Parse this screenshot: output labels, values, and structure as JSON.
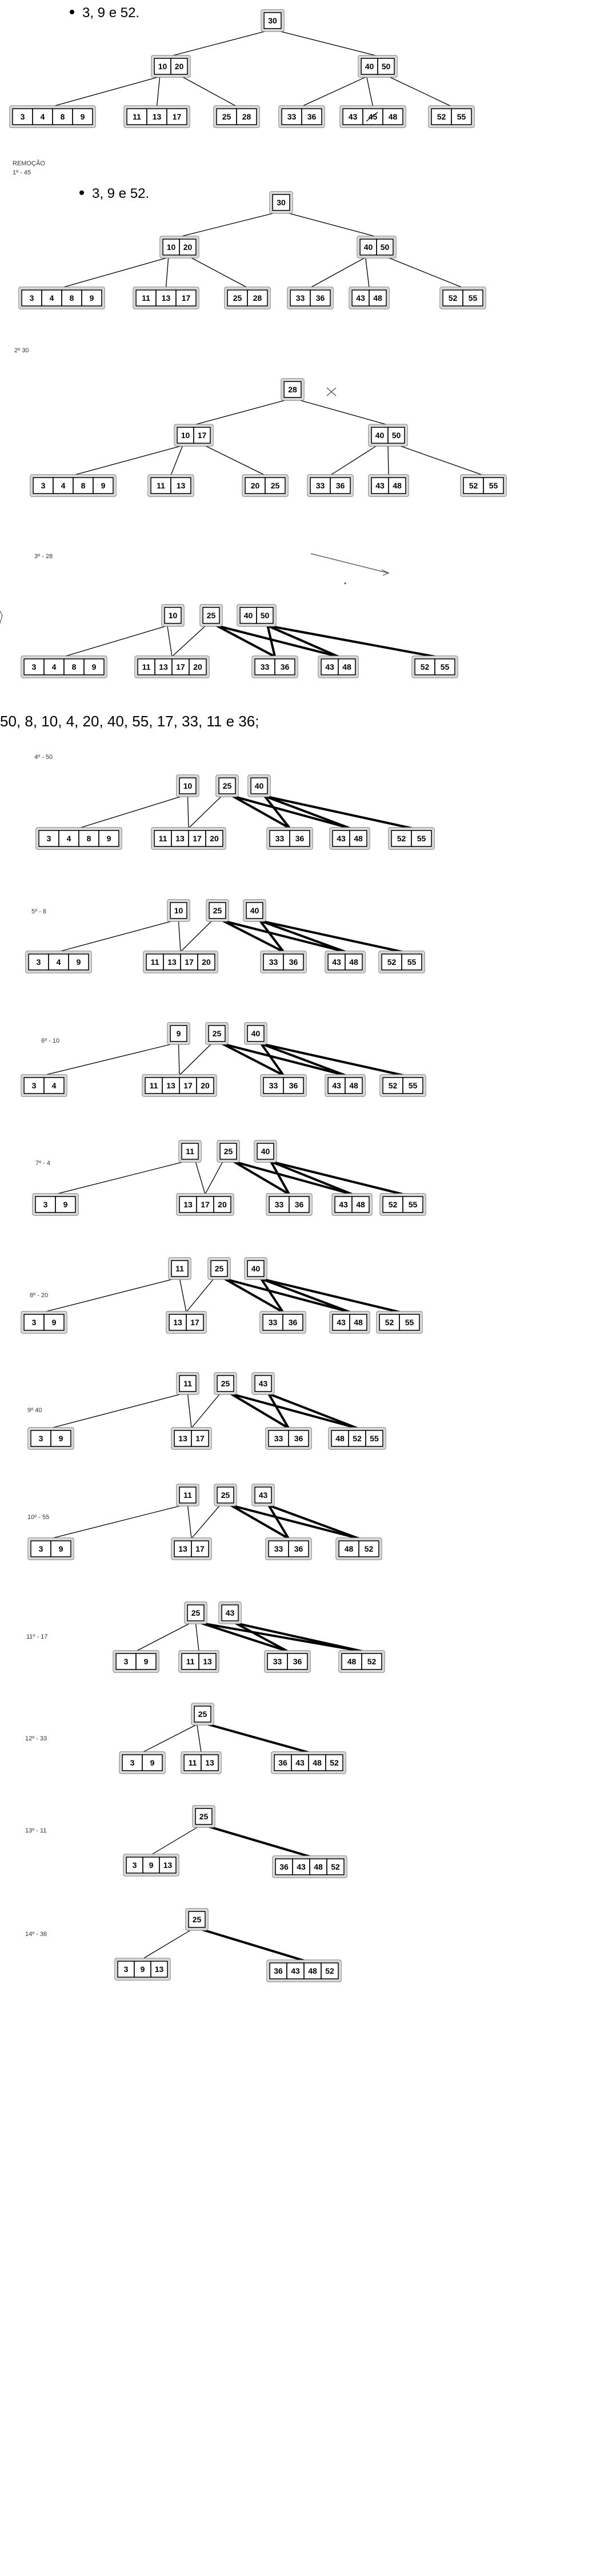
{
  "document": {
    "bullet_1": "3, 9 e 52.",
    "bullet_2": "3, 9 e 52.",
    "section_label": "REMOÇÃO",
    "sequence_text": "50, 8, 10, 4, 20, 40, 55, 17, 33, 11 e 36;",
    "steps": [
      {
        "label": "1º - 45"
      },
      {
        "label": "2º 30"
      },
      {
        "label": "3º - 28"
      },
      {
        "label": "4º - 50"
      },
      {
        "label": "5º - 8"
      },
      {
        "label": "6º - 10"
      },
      {
        "label": "7º - 4"
      },
      {
        "label": "8º - 20"
      },
      {
        "label": "9º 40"
      },
      {
        "label": "10º - 55"
      },
      {
        "label": "11º - 17"
      },
      {
        "label": "12º - 33"
      },
      {
        "label": "13º - 11"
      },
      {
        "label": "14º - 36"
      }
    ]
  },
  "trees": [
    {
      "nodes": [
        {
          "keys": [
            "30"
          ]
        },
        {
          "keys": [
            "10",
            "20"
          ]
        },
        {
          "keys": [
            "40",
            "50"
          ]
        },
        {
          "keys": [
            "3",
            "4",
            "8",
            "9"
          ]
        },
        {
          "keys": [
            "11",
            "13",
            "17"
          ]
        },
        {
          "keys": [
            "25",
            "28"
          ]
        },
        {
          "keys": [
            "33",
            "36"
          ]
        },
        {
          "keys": [
            "43",
            "45",
            "48"
          ]
        },
        {
          "keys": [
            "52",
            "55"
          ]
        }
      ]
    },
    {
      "nodes": [
        {
          "keys": [
            "30"
          ]
        },
        {
          "keys": [
            "10",
            "20"
          ]
        },
        {
          "keys": [
            "40",
            "50"
          ]
        },
        {
          "keys": [
            "3",
            "4",
            "8",
            "9"
          ]
        },
        {
          "keys": [
            "11",
            "13",
            "17"
          ]
        },
        {
          "keys": [
            "25",
            "28"
          ]
        },
        {
          "keys": [
            "33",
            "36"
          ]
        },
        {
          "keys": [
            "43",
            "48"
          ]
        },
        {
          "keys": [
            "52",
            "55"
          ]
        }
      ]
    },
    {
      "nodes": [
        {
          "keys": [
            "28"
          ]
        },
        {
          "keys": [
            "10",
            "17"
          ]
        },
        {
          "keys": [
            "40",
            "50"
          ]
        },
        {
          "keys": [
            "3",
            "4",
            "8",
            "9"
          ]
        },
        {
          "keys": [
            "11",
            "13"
          ]
        },
        {
          "keys": [
            "20",
            "25"
          ]
        },
        {
          "keys": [
            "33",
            "36"
          ]
        },
        {
          "keys": [
            "43",
            "48"
          ]
        },
        {
          "keys": [
            "52",
            "55"
          ]
        }
      ]
    },
    {
      "nodes": [
        {
          "keys": [
            "10"
          ]
        },
        {
          "keys": [
            "25"
          ]
        },
        {
          "keys": [
            "40",
            "50"
          ]
        },
        {
          "keys": [
            "3",
            "4",
            "8",
            "9"
          ]
        },
        {
          "keys": [
            "11",
            "13",
            "17",
            "20"
          ]
        },
        {
          "keys": [
            "33",
            "36"
          ]
        },
        {
          "keys": [
            "43",
            "48"
          ]
        },
        {
          "keys": [
            "52",
            "55"
          ]
        }
      ]
    },
    {
      "nodes": [
        {
          "keys": [
            "10"
          ]
        },
        {
          "keys": [
            "25"
          ]
        },
        {
          "keys": [
            "40"
          ]
        },
        {
          "keys": [
            "3",
            "4",
            "8",
            "9"
          ]
        },
        {
          "keys": [
            "11",
            "13",
            "17",
            "20"
          ]
        },
        {
          "keys": [
            "33",
            "36"
          ]
        },
        {
          "keys": [
            "43",
            "48"
          ]
        },
        {
          "keys": [
            "52",
            "55"
          ]
        }
      ]
    },
    {
      "nodes": [
        {
          "keys": [
            "10"
          ]
        },
        {
          "keys": [
            "25"
          ]
        },
        {
          "keys": [
            "40"
          ]
        },
        {
          "keys": [
            "3",
            "4",
            "9"
          ]
        },
        {
          "keys": [
            "11",
            "13",
            "17",
            "20"
          ]
        },
        {
          "keys": [
            "33",
            "36"
          ]
        },
        {
          "keys": [
            "43",
            "48"
          ]
        },
        {
          "keys": [
            "52",
            "55"
          ]
        }
      ]
    },
    {
      "nodes": [
        {
          "keys": [
            "9"
          ]
        },
        {
          "keys": [
            "25"
          ]
        },
        {
          "keys": [
            "40"
          ]
        },
        {
          "keys": [
            "3",
            "4"
          ]
        },
        {
          "keys": [
            "11",
            "13",
            "17",
            "20"
          ]
        },
        {
          "keys": [
            "33",
            "36"
          ]
        },
        {
          "keys": [
            "43",
            "48"
          ]
        },
        {
          "keys": [
            "52",
            "55"
          ]
        }
      ]
    },
    {
      "nodes": [
        {
          "keys": [
            "11"
          ]
        },
        {
          "keys": [
            "25"
          ]
        },
        {
          "keys": [
            "40"
          ]
        },
        {
          "keys": [
            "3",
            "9"
          ]
        },
        {
          "keys": [
            "13",
            "17",
            "20"
          ]
        },
        {
          "keys": [
            "33",
            "36"
          ]
        },
        {
          "keys": [
            "43",
            "48"
          ]
        },
        {
          "keys": [
            "52",
            "55"
          ]
        }
      ]
    },
    {
      "nodes": [
        {
          "keys": [
            "11"
          ]
        },
        {
          "keys": [
            "25"
          ]
        },
        {
          "keys": [
            "40"
          ]
        },
        {
          "keys": [
            "3",
            "9"
          ]
        },
        {
          "keys": [
            "13",
            "17"
          ]
        },
        {
          "keys": [
            "33",
            "36"
          ]
        },
        {
          "keys": [
            "43",
            "48"
          ]
        },
        {
          "keys": [
            "52",
            "55"
          ]
        }
      ]
    },
    {
      "nodes": [
        {
          "keys": [
            "11"
          ]
        },
        {
          "keys": [
            "25"
          ]
        },
        {
          "keys": [
            "43"
          ]
        },
        {
          "keys": [
            "3",
            "9"
          ]
        },
        {
          "keys": [
            "13",
            "17"
          ]
        },
        {
          "keys": [
            "33",
            "36"
          ]
        },
        {
          "keys": [
            "48",
            "52",
            "55"
          ]
        }
      ]
    },
    {
      "nodes": [
        {
          "keys": [
            "11"
          ]
        },
        {
          "keys": [
            "25"
          ]
        },
        {
          "keys": [
            "43"
          ]
        },
        {
          "keys": [
            "3",
            "9"
          ]
        },
        {
          "keys": [
            "13",
            "17"
          ]
        },
        {
          "keys": [
            "33",
            "36"
          ]
        },
        {
          "keys": [
            "48",
            "52"
          ]
        }
      ]
    },
    {
      "nodes": [
        {
          "keys": [
            "25"
          ]
        },
        {
          "keys": [
            "43"
          ]
        },
        {
          "keys": [
            "3",
            "9"
          ]
        },
        {
          "keys": [
            "11",
            "13"
          ]
        },
        {
          "keys": [
            "33",
            "36"
          ]
        },
        {
          "keys": [
            "48",
            "52"
          ]
        }
      ]
    },
    {
      "nodes": [
        {
          "keys": [
            "25"
          ]
        },
        {
          "keys": [
            "3",
            "9"
          ]
        },
        {
          "keys": [
            "11",
            "13"
          ]
        },
        {
          "keys": [
            "36",
            "43",
            "48",
            "52"
          ]
        }
      ]
    },
    {
      "nodes": [
        {
          "keys": [
            "25"
          ]
        },
        {
          "keys": [
            "3",
            "9",
            "13"
          ]
        },
        {
          "keys": [
            "36",
            "43",
            "48",
            "52"
          ]
        }
      ]
    },
    {
      "nodes": [
        {
          "keys": [
            "25"
          ]
        },
        {
          "keys": [
            "3",
            "9",
            "13"
          ]
        },
        {
          "keys": [
            "36",
            "43",
            "48",
            "52"
          ]
        }
      ]
    }
  ]
}
